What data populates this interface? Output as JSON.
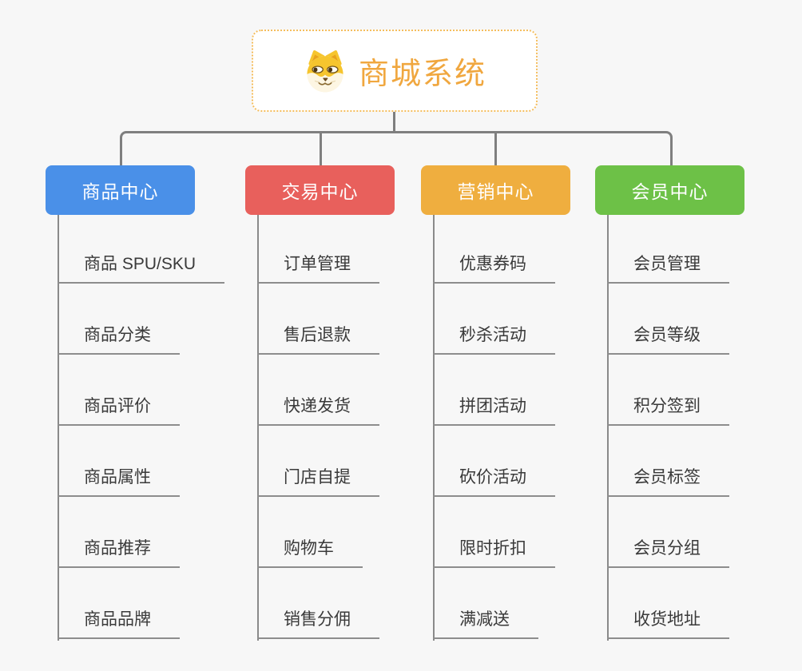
{
  "root": {
    "title": "商城系统",
    "icon": "dog-icon"
  },
  "branches": [
    {
      "label": "商品中心",
      "color": "#4a90e8",
      "children": [
        "商品 SPU/SKU",
        "商品分类",
        "商品评价",
        "商品属性",
        "商品推荐",
        "商品品牌"
      ]
    },
    {
      "label": "交易中心",
      "color": "#e8605c",
      "children": [
        "订单管理",
        "售后退款",
        "快递发货",
        "门店自提",
        "购物车",
        "销售分佣"
      ]
    },
    {
      "label": "营销中心",
      "color": "#efae3f",
      "children": [
        "优惠券码",
        "秒杀活动",
        "拼团活动",
        "砍价活动",
        "限时折扣",
        "满减送"
      ]
    },
    {
      "label": "会员中心",
      "color": "#6dc147",
      "children": [
        "会员管理",
        "会员等级",
        "积分签到",
        "会员标签",
        "会员分组",
        "收货地址"
      ]
    }
  ],
  "colors": {
    "root_accent": "#f0a73f",
    "root_border": "#f4bd5d",
    "connector_line": "#7f7f7f",
    "leaf_line": "#8d8d8d",
    "leaf_text": "#3a3a3a",
    "background": "#f7f7f7"
  }
}
